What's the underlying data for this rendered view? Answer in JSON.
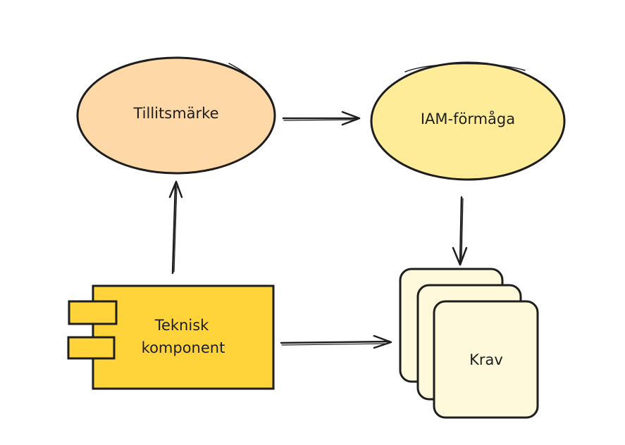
{
  "nodes": {
    "tillitsmarke": {
      "label": "Tillitsmärke",
      "fill": "#ffd8a8"
    },
    "iam_formaga": {
      "label": "IAM-förmåga",
      "fill": "#ffec99"
    },
    "teknisk_komponent": {
      "label_line1": "Teknisk",
      "label_line2": "komponent",
      "fill": "#ffd43b"
    },
    "krav": {
      "label": "Krav",
      "fill": "#fff9db"
    }
  },
  "colors": {
    "stroke": "#1e1e1e",
    "background": "#ffffff"
  },
  "edges": [
    {
      "from": "teknisk_komponent",
      "to": "tillitsmarke"
    },
    {
      "from": "tillitsmarke",
      "to": "iam_formaga"
    },
    {
      "from": "iam_formaga",
      "to": "krav"
    },
    {
      "from": "teknisk_komponent",
      "to": "krav"
    }
  ]
}
